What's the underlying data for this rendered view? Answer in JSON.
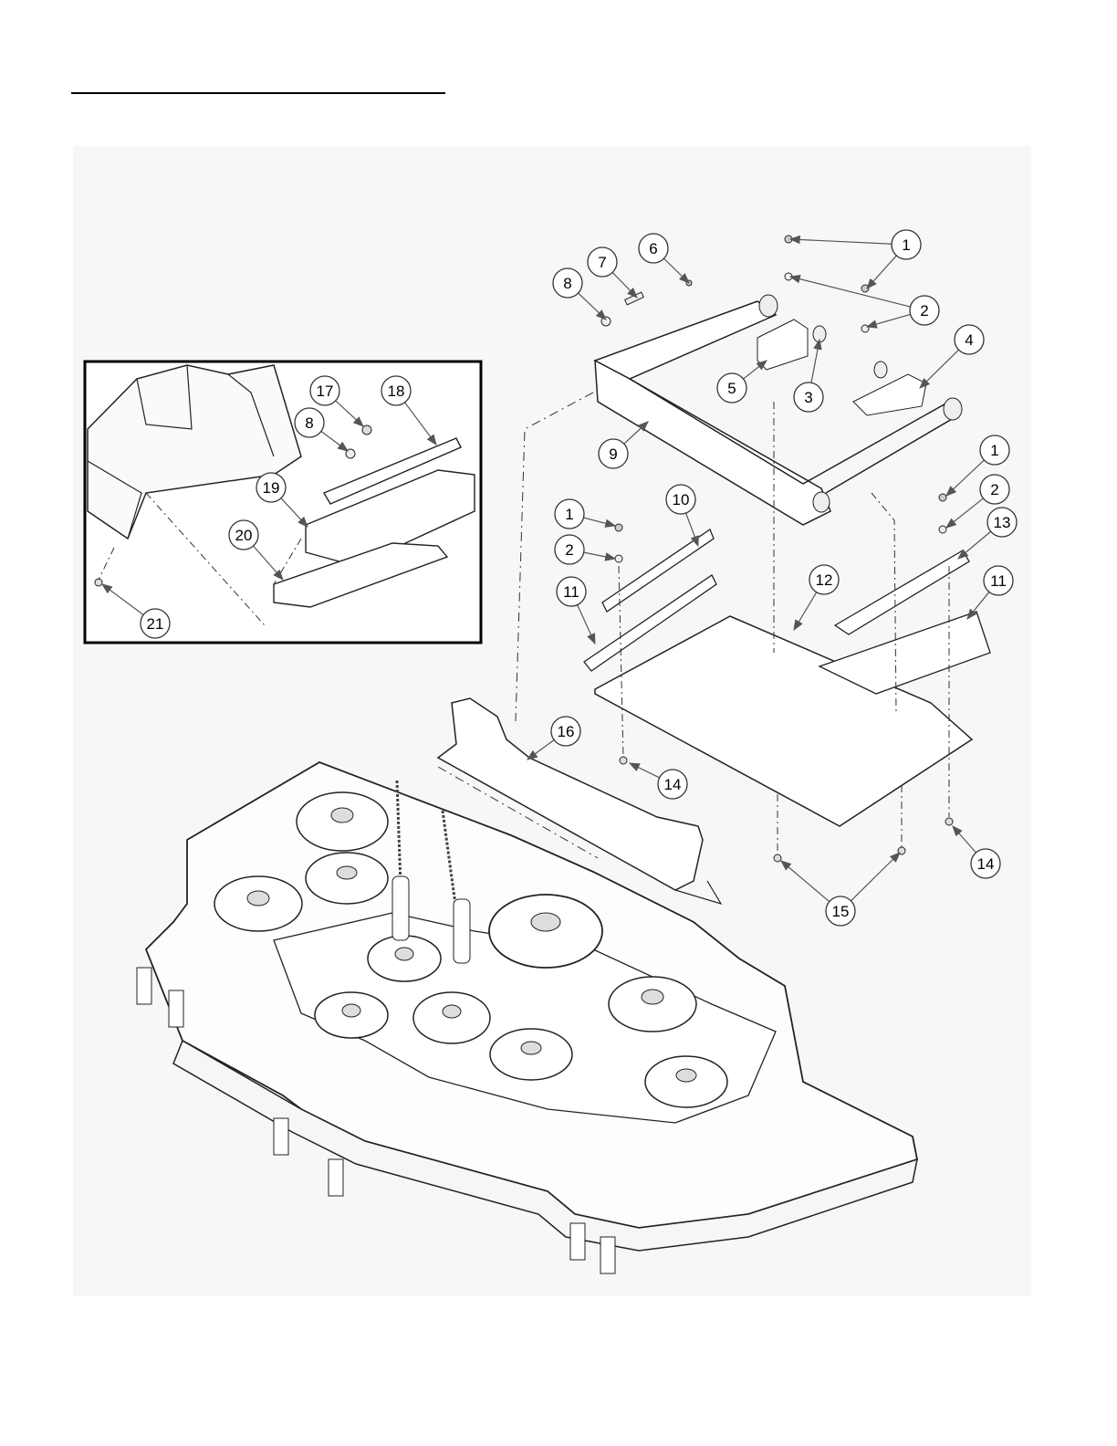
{
  "header": {
    "title": ""
  },
  "callouts": [
    {
      "id": "c1a",
      "label": "1"
    },
    {
      "id": "c2a",
      "label": "2"
    },
    {
      "id": "c3",
      "label": "3"
    },
    {
      "id": "c4",
      "label": "4"
    },
    {
      "id": "c5",
      "label": "5"
    },
    {
      "id": "c6",
      "label": "6"
    },
    {
      "id": "c7",
      "label": "7"
    },
    {
      "id": "c8a",
      "label": "8"
    },
    {
      "id": "c9",
      "label": "9"
    },
    {
      "id": "c10",
      "label": "10"
    },
    {
      "id": "c1b",
      "label": "1"
    },
    {
      "id": "c2b",
      "label": "2"
    },
    {
      "id": "c11a",
      "label": "11"
    },
    {
      "id": "c12",
      "label": "12"
    },
    {
      "id": "c1c",
      "label": "1"
    },
    {
      "id": "c2c",
      "label": "2"
    },
    {
      "id": "c13",
      "label": "13"
    },
    {
      "id": "c11b",
      "label": "11"
    },
    {
      "id": "c16",
      "label": "16"
    },
    {
      "id": "c14a",
      "label": "14"
    },
    {
      "id": "c14b",
      "label": "14"
    },
    {
      "id": "c15",
      "label": "15"
    },
    {
      "id": "c17",
      "label": "17"
    },
    {
      "id": "c18",
      "label": "18"
    },
    {
      "id": "c8b",
      "label": "8"
    },
    {
      "id": "c19",
      "label": "19"
    },
    {
      "id": "c20",
      "label": "20"
    },
    {
      "id": "c21",
      "label": "21"
    }
  ]
}
